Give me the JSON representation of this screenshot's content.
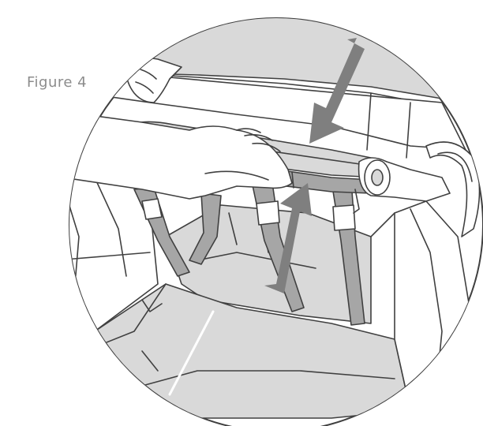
{
  "figure": {
    "label": "Figure 4"
  },
  "colors": {
    "line": "#404040",
    "fill_light": "#d9d9d9",
    "fill_mid": "#a6a6a6",
    "arrow": "#7f7f7f",
    "background": "#ffffff"
  },
  "arrows": [
    {
      "name": "push-down-arrow",
      "direction": "down"
    },
    {
      "name": "push-up-arrow",
      "direction": "up"
    }
  ]
}
